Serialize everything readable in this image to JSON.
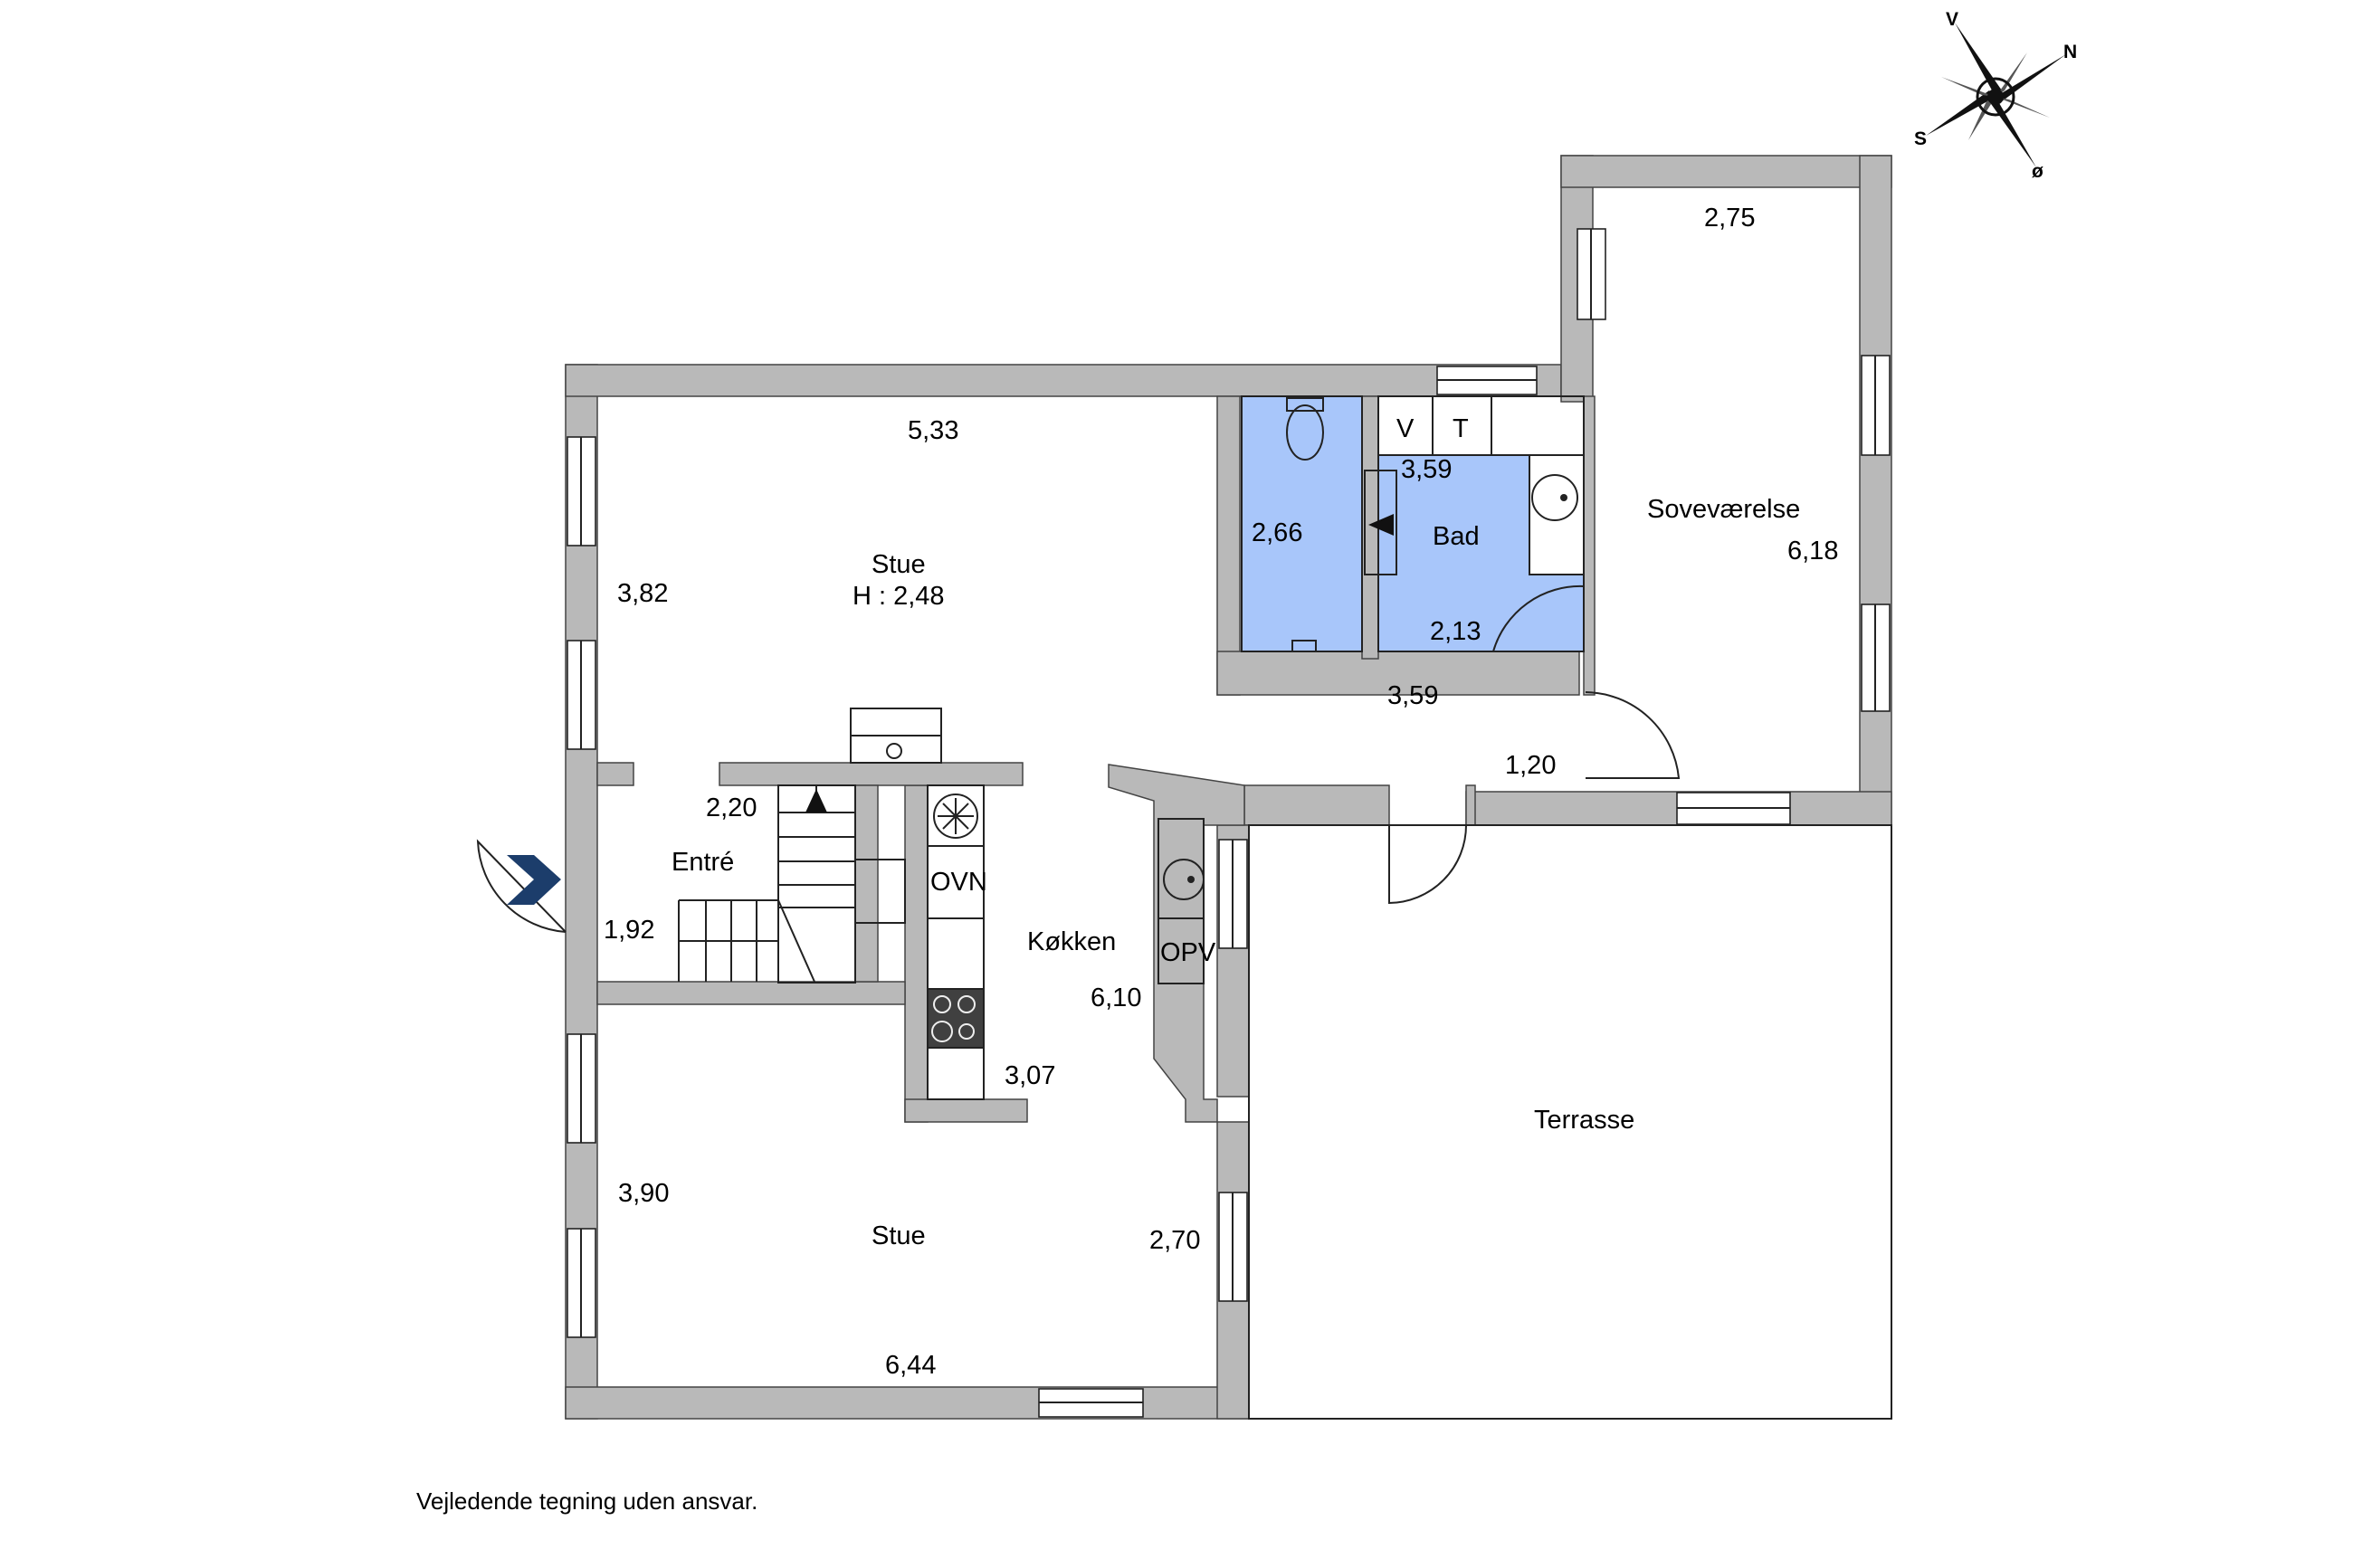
{
  "rooms": {
    "stue_top": {
      "name": "Stue",
      "height": "H : 2,48",
      "width": "5,33",
      "depth": "3,82"
    },
    "wc": {
      "depth": "2,66"
    },
    "bad": {
      "name": "Bad",
      "width": "3,59",
      "depth": "2,13",
      "v": "V",
      "t": "T"
    },
    "gang": {
      "width": "3,59",
      "depth": "1,20"
    },
    "sovevaerelse": {
      "name": "Soveværelse",
      "width": "2,75",
      "depth": "6,18"
    },
    "entre": {
      "name": "Entré",
      "width": "2,20",
      "depth": "1,92"
    },
    "kokken": {
      "name": "Køkken",
      "depth": "6,10",
      "width": "3,07",
      "ovn": "OVN",
      "opv": "OPV"
    },
    "stue_bottom": {
      "name": "Stue",
      "width": "6,44",
      "depth": "3,90",
      "side": "2,70"
    },
    "terrasse": {
      "name": "Terrasse"
    }
  },
  "compass": {
    "n": "N",
    "s": "S",
    "v": "V",
    "o": "ø"
  },
  "disclaimer": "Vejledende tegning uden ansvar.",
  "colors": {
    "wall": "#b9b9b9",
    "bathroom": "#a8c6fa",
    "entrance_arrow": "#1c3d6b"
  }
}
